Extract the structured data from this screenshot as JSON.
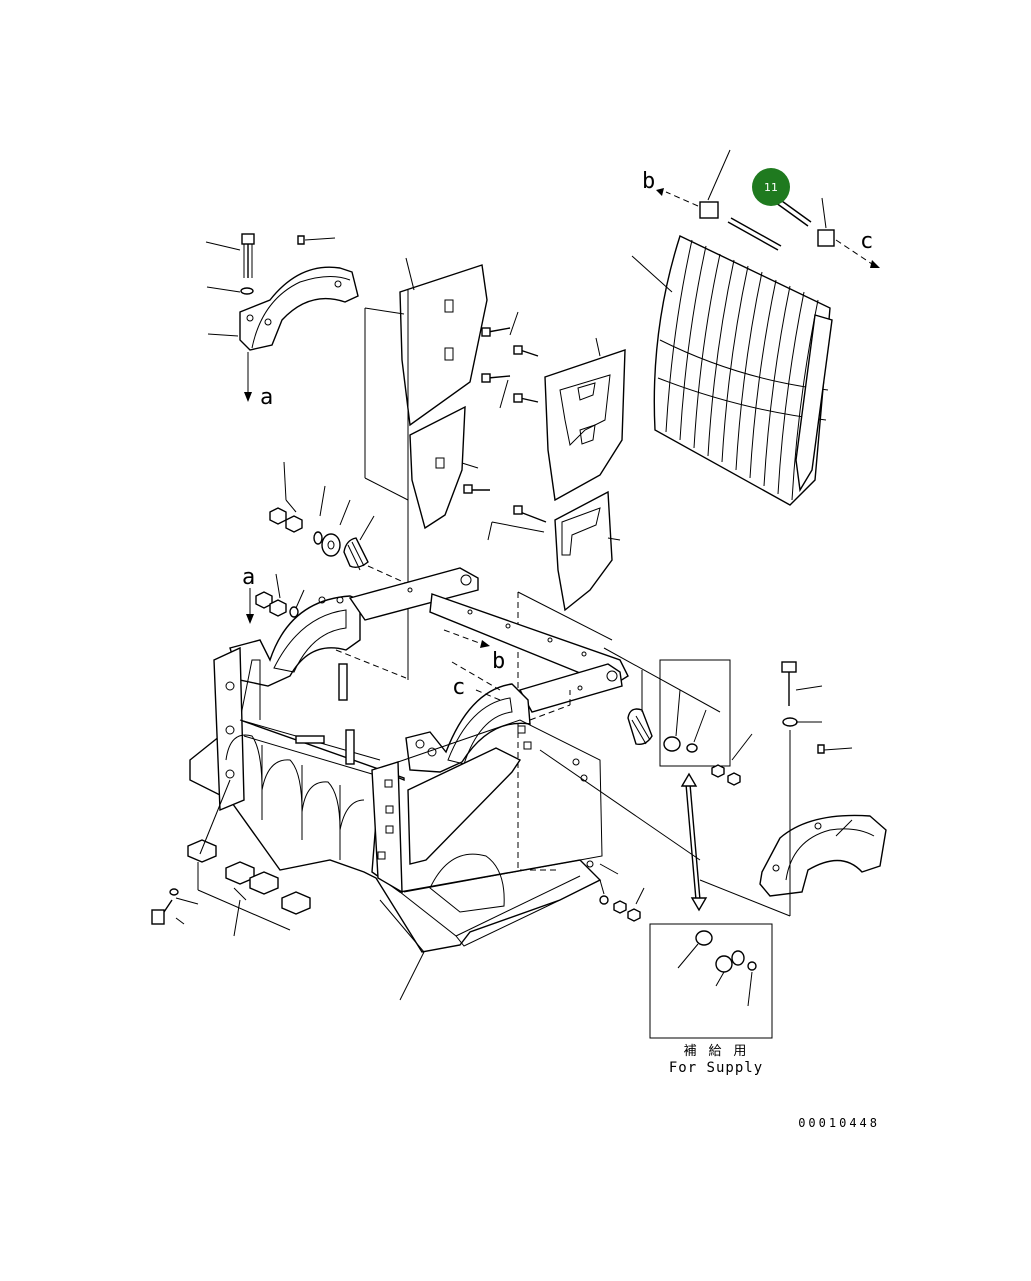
{
  "diagram": {
    "drawing_number": "00010448",
    "supply_label_jp": "補 給 用",
    "supply_label_en": "For Supply",
    "view_labels": {
      "a_top": "a",
      "a_mid": "a",
      "b_top": "b",
      "c_top": "c",
      "b_mid": "b",
      "c_mid": "c"
    },
    "callout": {
      "number": "11",
      "color": "#1f7a1f"
    }
  }
}
